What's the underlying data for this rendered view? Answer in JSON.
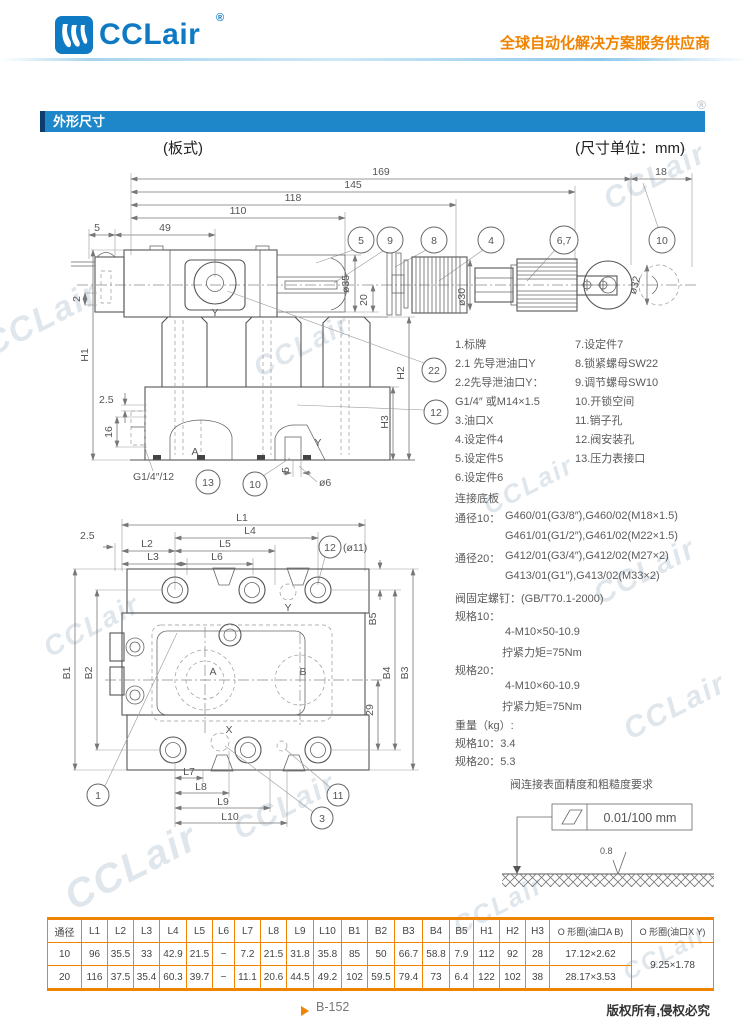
{
  "watermark": "CCLair",
  "header": {
    "logo_text": "CCLair",
    "logo_reg": "®",
    "tagline": "全球自动化解决方案服务供应商"
  },
  "section": {
    "title": "外形尺寸",
    "type_label": "(板式)",
    "unit_label": "(尺寸单位：mm)",
    "reg": "®"
  },
  "top_drawing": {
    "dim_169": "169",
    "dim_145": "145",
    "dim_118": "118",
    "dim_110": "110",
    "dim_49": "49",
    "dim_5": "5",
    "dim_2": "2",
    "dim_18": "18",
    "dia35": "ø35",
    "dim_20": "20",
    "dia30": "ø30",
    "dia32": "ø32",
    "h1": "H1",
    "h2": "H2",
    "h3": "H3",
    "dim_2_5": "2.5",
    "dim_16": "16",
    "dim_5b": "5",
    "dia6": "ø6",
    "port_label": "G1/4″/12",
    "label_a": "A",
    "label_y": "Y",
    "label_y2": "Y",
    "balloon_5": "5",
    "balloon_9": "9",
    "balloon_8": "8",
    "balloon_4": "4",
    "balloon_67": "6,7",
    "balloon_10": "10",
    "balloon_22": "22",
    "balloon_12": "12",
    "balloon_13": "13",
    "balloon_10b": "10"
  },
  "plan_drawing": {
    "dim_l1": "L1",
    "dim_l2": "L2",
    "dim_l3": "L3",
    "dim_l4": "L4",
    "dim_l5": "L5",
    "dim_l6": "L6",
    "dim_l7": "L7",
    "dim_l8": "L8",
    "dim_l9": "L9",
    "dim_l10": "L10",
    "dim_b1": "B1",
    "dim_b2": "B2",
    "dim_b3": "B3",
    "dim_b4": "B4",
    "dim_b5": "B5",
    "dim_29": "29",
    "dim_2_5": "2.5",
    "balloon_12": "12",
    "dia11": "(ø11)",
    "balloon_1": "1",
    "balloon_3": "3",
    "balloon_11": "11",
    "label_a": "A",
    "label_b": "B",
    "label_x": "X",
    "label_y": "Y"
  },
  "notes": {
    "left": [
      "1.标牌",
      "2.1 先导泄油口Y",
      "2.2先导泄油口Y：",
      "G1/4″ 或M14×1.5",
      "3.油口X",
      "4.设定件4",
      "5.设定件5",
      "6.设定件6"
    ],
    "right": [
      "7.设定件7",
      "8.锁紧螺母SW22",
      "9.调节螺母SW10",
      "10.开锁空间",
      "11.销子孔",
      "12.阀安装孔",
      "13.压力表接口"
    ]
  },
  "connection": {
    "title": "连接底板",
    "dn10_label": "通径10：",
    "dn10_line1": "G460/01(G3/8″),G460/02(M18×1.5)",
    "dn10_line2": "G461/01(G1/2″),G461/02(M22×1.5)",
    "dn20_label": "通径20：",
    "dn20_line1": "G412/01(G3/4″),G412/02(M27×2)",
    "dn20_line2": "G413/01(G1″),G413/02(M33×2)",
    "screw_title": "阀固定螺钉：(GB/T70.1-2000)",
    "size10_label": "规格10：",
    "size10_spec": "4-M10×50-10.9",
    "size10_torque": "拧紧力矩=75Nm",
    "size20_label": "规格20：",
    "size20_spec": "4-M10×60-10.9",
    "size20_torque": "拧紧力矩=75Nm",
    "weight_title": "重量（kg）:",
    "weight10": "规格10：3.4",
    "weight20": "规格20：5.3"
  },
  "surface": {
    "title": "阀连接表面精度和粗糙度要求",
    "flatness": "0.01/100 mm",
    "roughness": "0.8"
  },
  "dim_table": {
    "headers": [
      "通径",
      "L1",
      "L2",
      "L3",
      "L4",
      "L5",
      "L6",
      "L7",
      "L8",
      "L9",
      "L10",
      "B1",
      "B2",
      "B3",
      "B4",
      "B5",
      "H1",
      "H2",
      "H3",
      "O 形圈(油口A B)",
      "O 形圈(油口X Y)"
    ],
    "row10": [
      "10",
      "96",
      "35.5",
      "33",
      "42.9",
      "21.5",
      "−",
      "7.2",
      "21.5",
      "31.8",
      "35.8",
      "85",
      "50",
      "66.7",
      "58.8",
      "7.9",
      "112",
      "92",
      "28",
      "17.12×2.62"
    ],
    "row20": [
      "20",
      "116",
      "37.5",
      "35.4",
      "60.3",
      "39.7",
      "−",
      "11.1",
      "20.6",
      "44.5",
      "49.2",
      "102",
      "59.5",
      "79.4",
      "73",
      "6.4",
      "122",
      "102",
      "38",
      "28.17×3.53"
    ],
    "oring_xy": "9.25×1.78"
  },
  "footer": {
    "page_no": "B-152",
    "copyright": "版权所有,侵权必究"
  }
}
